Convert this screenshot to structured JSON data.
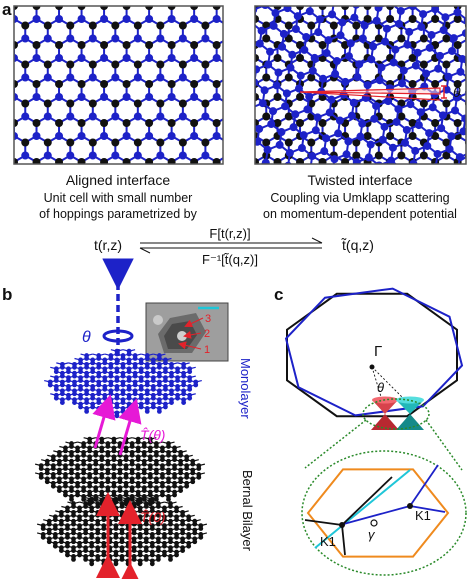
{
  "panel_a": {
    "label": "a",
    "left_title": "Aligned interface",
    "left_line1": "Unit cell with small number",
    "left_line2": "of hoppings parametrized by",
    "right_title": "Twisted interface",
    "right_line1": "Coupling via Umklapp scattering",
    "right_line2": "on momentum-dependent potential",
    "theta": "θ",
    "eq_left": "t(r,z)",
    "eq_right": "t̃(q,z)",
    "eq_top": "F[t(r,z)]",
    "eq_bottom": "F⁻¹[t̃(q,z)]"
  },
  "panel_b": {
    "label": "b",
    "theta": "θ",
    "monolayer": "Monolayer",
    "bernal": "Bernal Bilayer",
    "t_theta": "T̂(θ)",
    "t_zero": "T̂(0)",
    "inset_labels": [
      "3",
      "2",
      "1"
    ]
  },
  "panel_c": {
    "label": "c",
    "gamma": "Γ",
    "theta": "θ",
    "k1_right": "K1",
    "k1_left": "K1",
    "gamma_small": "γ"
  },
  "colors": {
    "blue_atom": "#1d22c8",
    "black_atom": "#111111",
    "magenta": "#e619d6",
    "red": "#e3222b",
    "cyan": "#1fc6d8",
    "orange": "#ef8a1e",
    "green_dotted": "#2a8a2a"
  }
}
